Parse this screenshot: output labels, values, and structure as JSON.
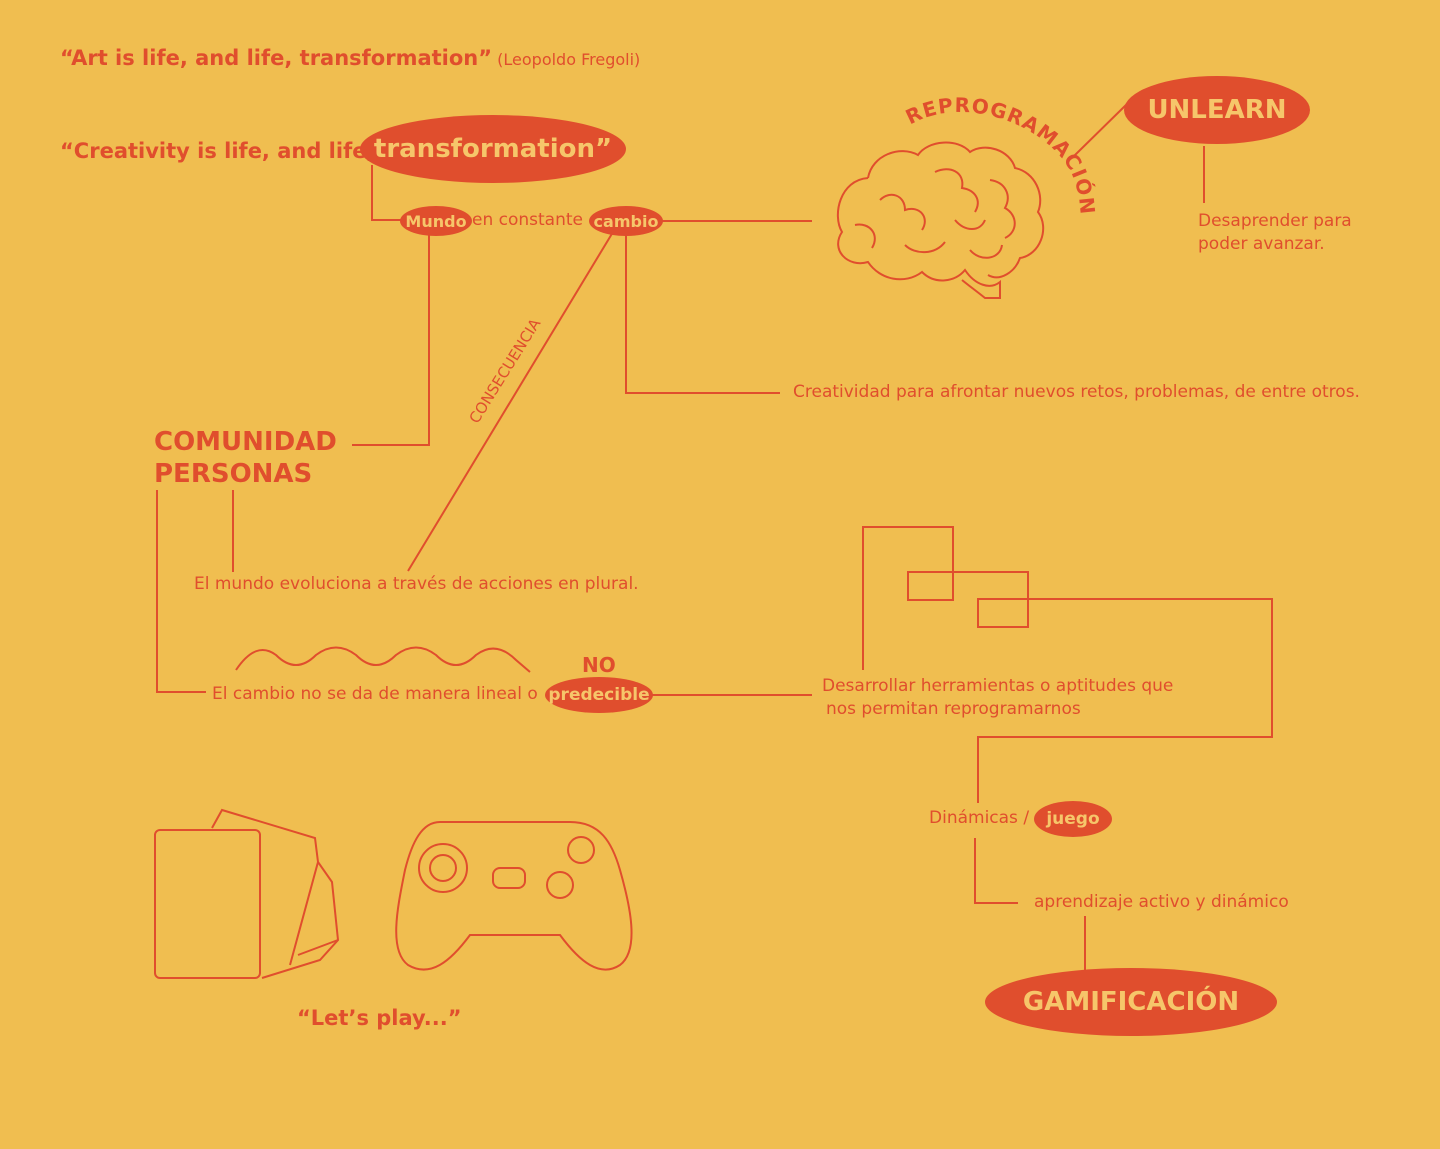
{
  "colors": {
    "background": "#F0BE50",
    "accent": "#E04E2D",
    "on_accent": "#F6C66A"
  },
  "quote1": {
    "text": "“Art is life, and life, transformation”",
    "author": "(Leopoldo Fregoli)"
  },
  "quote2": {
    "prefix": "“Creativity is life, and life,",
    "highlight": "transformation”"
  },
  "mundo_line": {
    "mundo": "Mundo",
    "middle": "en constante",
    "cambio": "cambio"
  },
  "consecuencia": "CONSECUENCIA",
  "creatividad": "Creatividad para afrontar nuevos retos, problemas, de entre otros.",
  "reprogramacion": "REPROGRAMACIÓN",
  "unlearn": {
    "title": "UNLEARN",
    "line1": "Desaprender para",
    "line2": "poder avanzar."
  },
  "comunidad": {
    "line1": "COMUNIDAD",
    "line2": "PERSONAS"
  },
  "mundo_evoluciona": "El mundo evoluciona a través de acciones en plural.",
  "cambio_no": {
    "text": "El cambio no se da de manera lineal o",
    "no": "NO",
    "predecible": "predecible"
  },
  "desarrollar": {
    "line1": "Desarrollar herramientas o aptitudes que",
    "line2": "nos permitan reprogramarnos"
  },
  "dinamicas": {
    "text": "Dinámicas /",
    "juego": "juego"
  },
  "aprendizaje": "aprendizaje activo y dinámico",
  "gamificacion": "GAMIFICACIÓN",
  "lets_play": "“Let’s play...”",
  "icons": [
    "brain-icon",
    "cards-icon",
    "gamepad-icon"
  ]
}
